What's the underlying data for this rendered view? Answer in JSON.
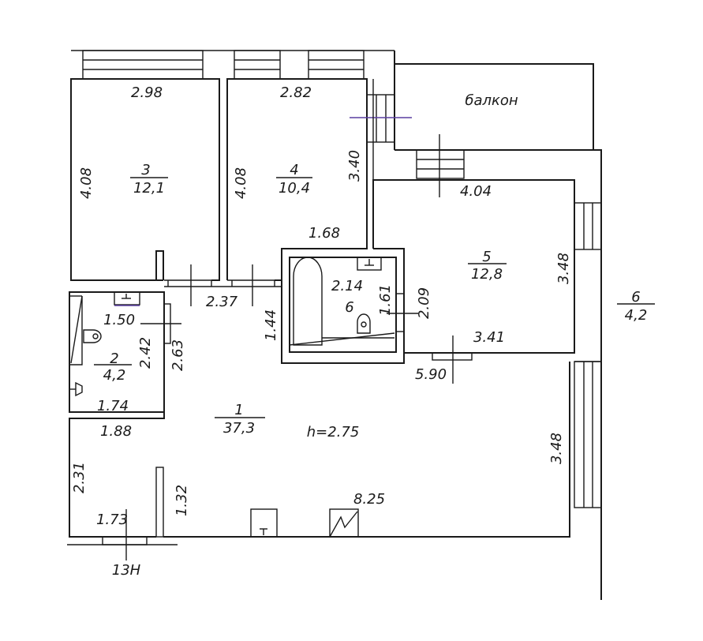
{
  "plan": {
    "ceiling_height": "h=2.75",
    "balcony_label": "балкон",
    "entrance_label": "13Н",
    "rooms": [
      {
        "number": "1",
        "area": "37,3"
      },
      {
        "number": "2",
        "area": "4,2"
      },
      {
        "number": "3",
        "area": "12,1"
      },
      {
        "number": "4",
        "area": "10,4"
      },
      {
        "number": "5",
        "area": "12,8"
      },
      {
        "number": "6",
        "label": "6"
      },
      {
        "number": "6",
        "area": "4,2"
      }
    ],
    "dimensions": {
      "room3_width": "2.98",
      "room3_height": "4.08",
      "room4_width": "2.82",
      "room4_height": "4.08",
      "room4_right": "3.40",
      "room4_bottom": "1.68",
      "room5_top": "4.04",
      "room5_right": "3.48",
      "room5_left": "2.09",
      "room5_bottom": "3.41",
      "bath_width": "2.14",
      "bath_height": "1.61",
      "wc_width": "1.50",
      "wc_height": "2.42",
      "wc_bottom": "1.74",
      "hall_height": "2.63",
      "hall_width": "2.37",
      "hall_mid": "1.44",
      "main_right": "3.48",
      "main_top": "5.90",
      "entry_width": "1.88",
      "entry_height": "2.31",
      "entry_bottom": "1.73",
      "main_pier": "1.32",
      "main_bottom": "8.25"
    }
  }
}
